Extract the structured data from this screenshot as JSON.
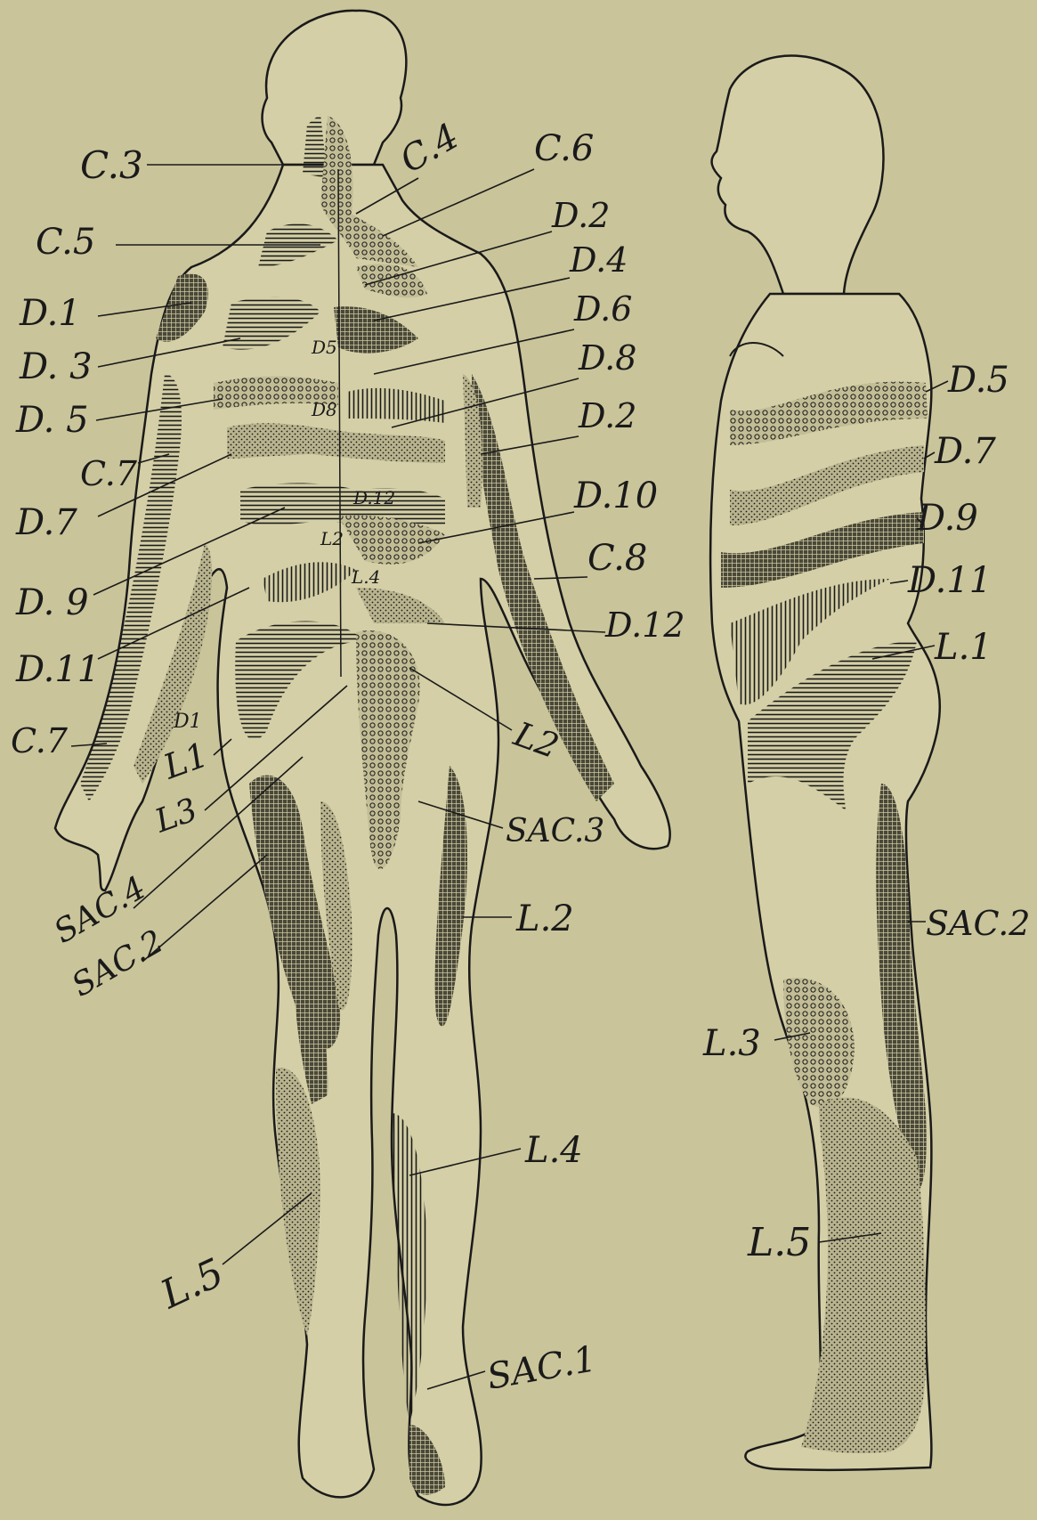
{
  "colors": {
    "paper": "#c9c49a",
    "ink": "#1a1a1a",
    "body_fill": "#d4cfa6"
  },
  "back_figure": {
    "labels": [
      {
        "key": "c3",
        "text": "C.3"
      },
      {
        "key": "c4",
        "text": "C.4"
      },
      {
        "key": "c6",
        "text": "C.6"
      },
      {
        "key": "c5",
        "text": "C.5"
      },
      {
        "key": "d2a",
        "text": "D.2"
      },
      {
        "key": "d4",
        "text": "D.4"
      },
      {
        "key": "d1",
        "text": "D.1"
      },
      {
        "key": "d6",
        "text": "D.6"
      },
      {
        "key": "d3",
        "text": "D. 3"
      },
      {
        "key": "d8",
        "text": "D.8"
      },
      {
        "key": "d5",
        "text": "D. 5"
      },
      {
        "key": "d2b",
        "text": "D.2"
      },
      {
        "key": "c7a",
        "text": "C.7"
      },
      {
        "key": "d7",
        "text": "D.7"
      },
      {
        "key": "d10",
        "text": "D.10"
      },
      {
        "key": "c8",
        "text": "C.8"
      },
      {
        "key": "d9",
        "text": "D. 9"
      },
      {
        "key": "d12",
        "text": "D.12"
      },
      {
        "key": "d11",
        "text": "D.11"
      },
      {
        "key": "l2a",
        "text": "L2"
      },
      {
        "key": "c7b",
        "text": "C.7"
      },
      {
        "key": "l1",
        "text": "L1"
      },
      {
        "key": "l3",
        "text": "L3"
      },
      {
        "key": "sac3",
        "text": "SAC.3"
      },
      {
        "key": "sac4",
        "text": "SAC.4"
      },
      {
        "key": "sac2",
        "text": "SAC.2"
      },
      {
        "key": "l2b",
        "text": "L.2"
      },
      {
        "key": "l4",
        "text": "L.4"
      },
      {
        "key": "l5",
        "text": "L.5"
      },
      {
        "key": "sac1",
        "text": "SAC.1"
      }
    ],
    "inner_labels": [
      {
        "key": "d5in",
        "text": "D5"
      },
      {
        "key": "d8in",
        "text": "D8"
      },
      {
        "key": "d12in",
        "text": "D.12"
      },
      {
        "key": "l2in",
        "text": "L2"
      },
      {
        "key": "l4in",
        "text": "L.4"
      },
      {
        "key": "d1in",
        "text": "D1"
      }
    ]
  },
  "side_figure": {
    "labels": [
      {
        "key": "d5",
        "text": "D.5"
      },
      {
        "key": "d7",
        "text": "D.7"
      },
      {
        "key": "d9",
        "text": "D.9"
      },
      {
        "key": "d11",
        "text": "D.11"
      },
      {
        "key": "l1",
        "text": "L.1"
      },
      {
        "key": "sac2",
        "text": "SAC.2"
      },
      {
        "key": "l3",
        "text": "L.3"
      },
      {
        "key": "l5",
        "text": "L.5"
      }
    ]
  }
}
